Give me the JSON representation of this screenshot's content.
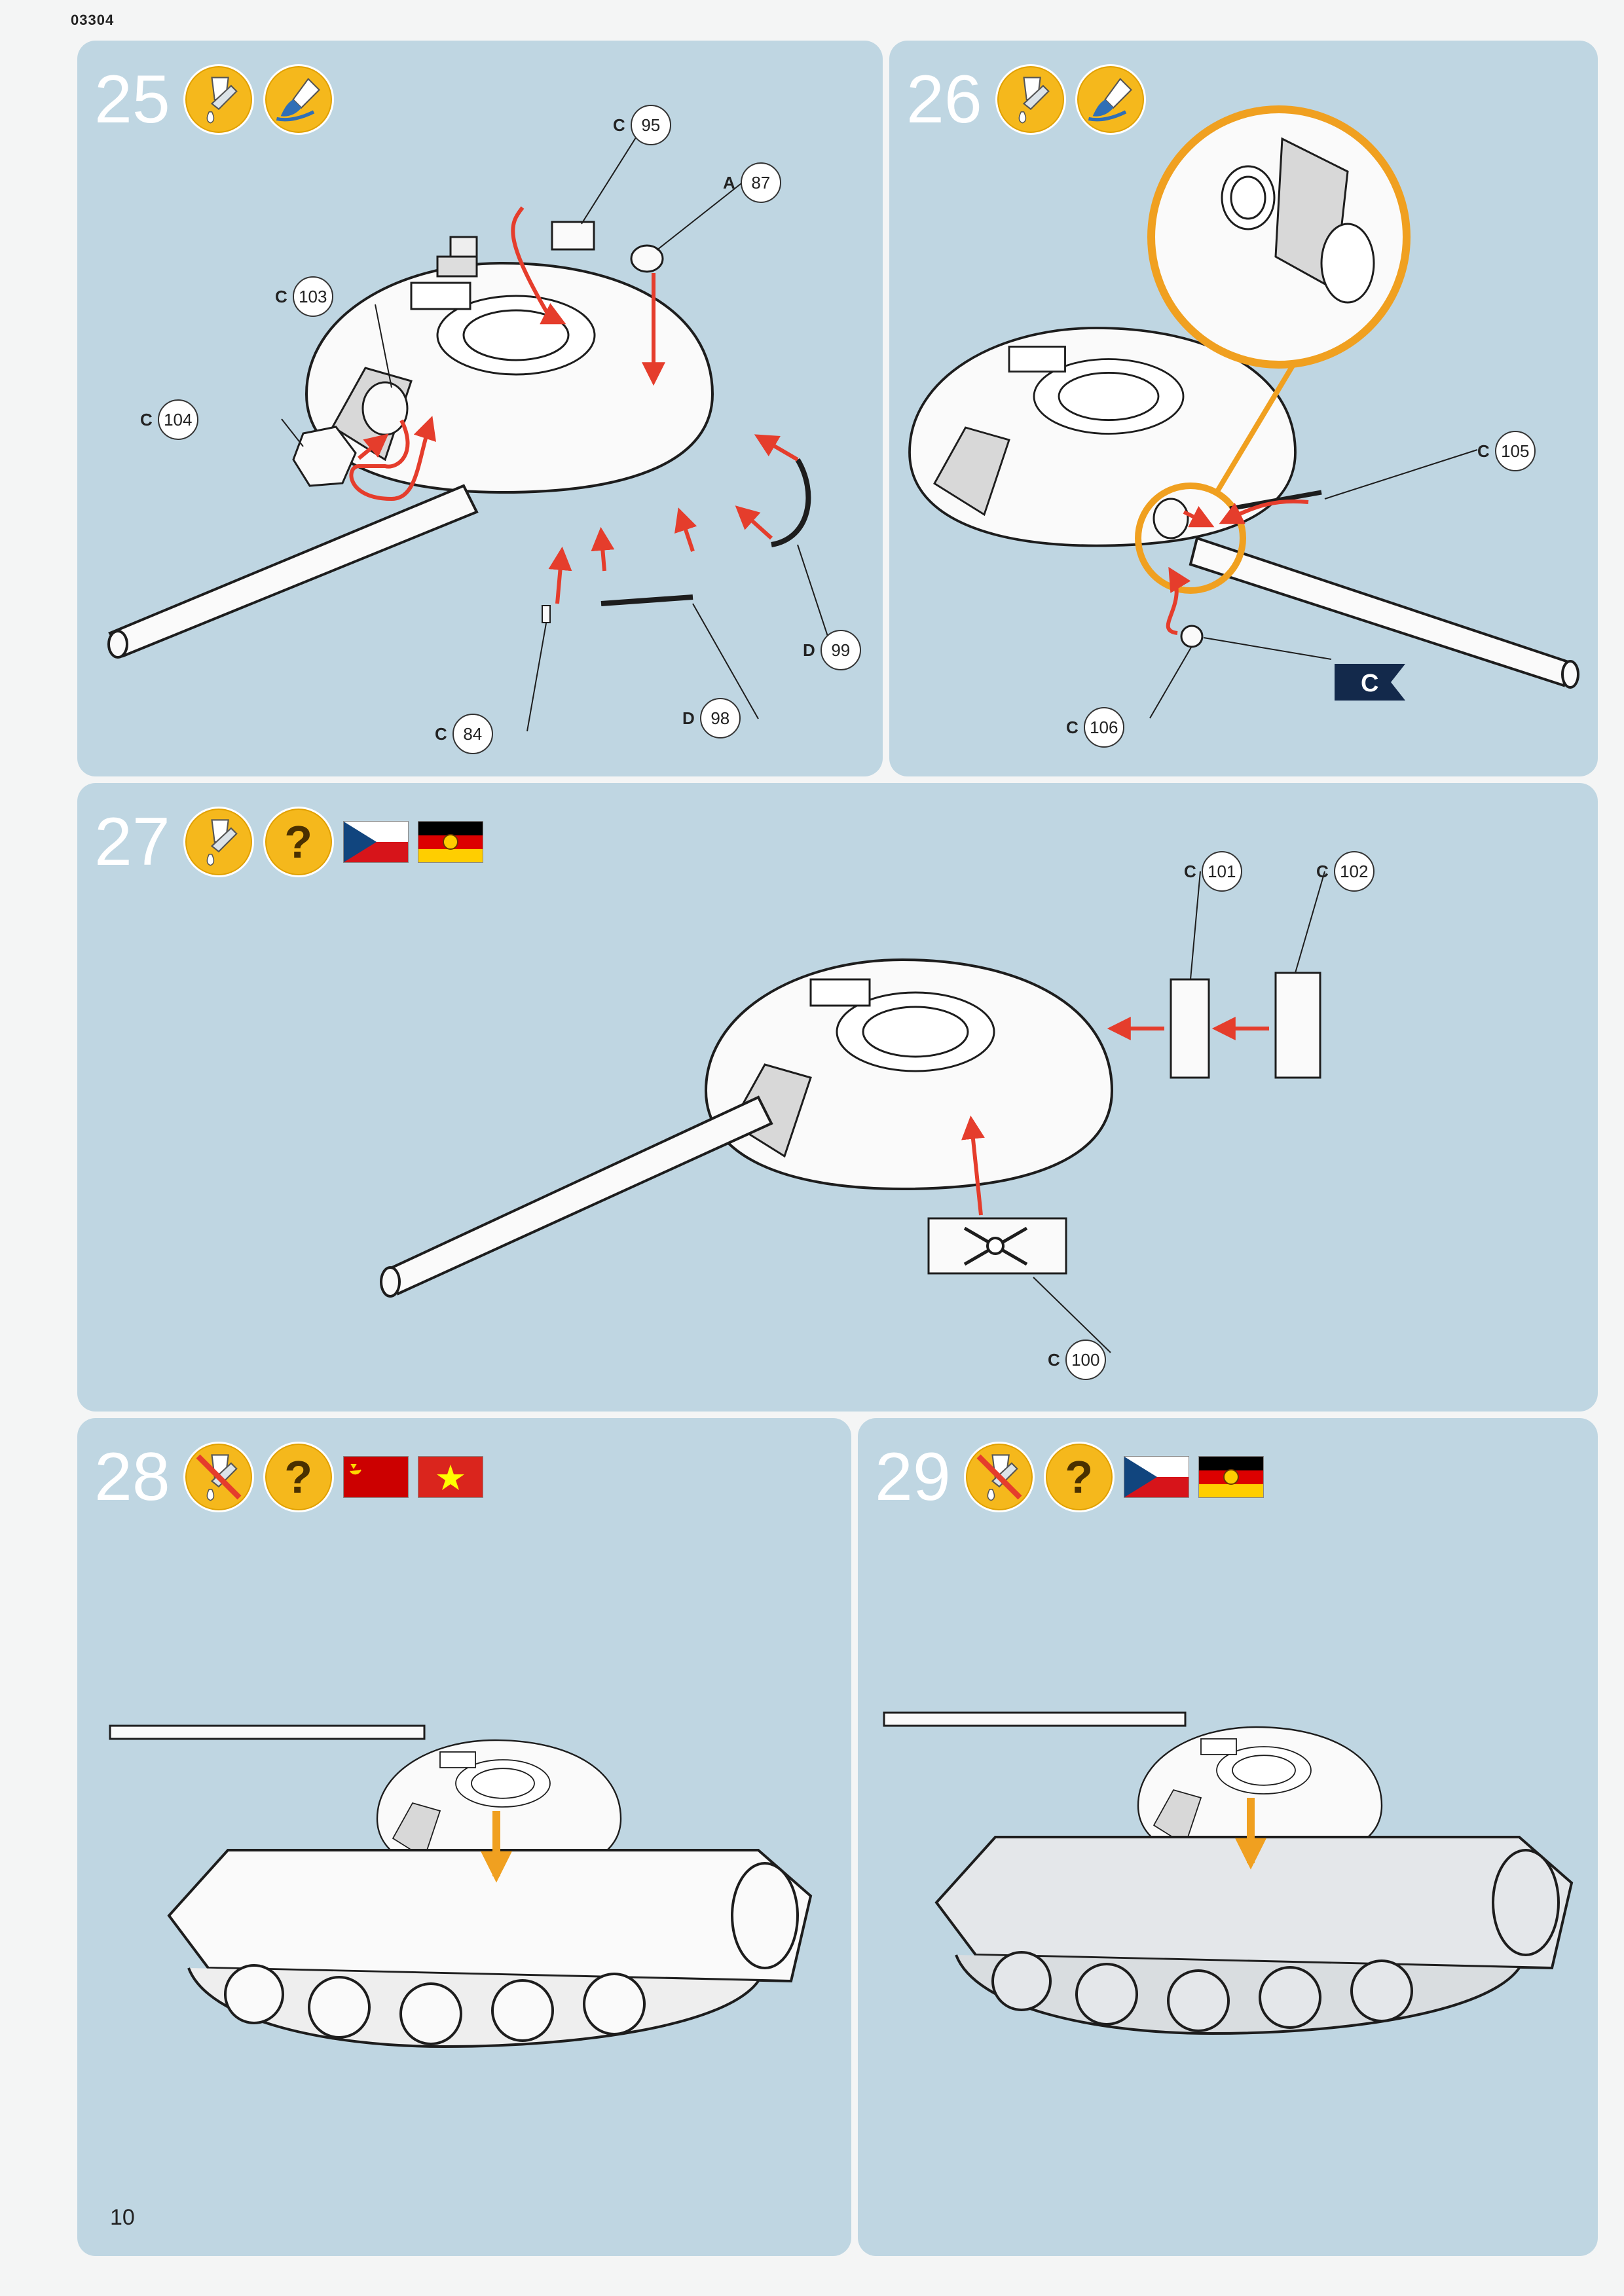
{
  "doc_code": "03304",
  "page_number": "10",
  "colors": {
    "panel": "#bfd6e2",
    "badge": "#f5b81c",
    "arrow_red": "#e53d2c",
    "arrow_orange": "#f0a020"
  },
  "steps": [
    {
      "number": "25",
      "icons": [
        "glue-icon",
        "paint-brush-icon"
      ],
      "parts": [
        {
          "sprue": "C",
          "num": "95"
        },
        {
          "sprue": "A",
          "num": "87"
        },
        {
          "sprue": "C",
          "num": "103"
        },
        {
          "sprue": "C",
          "num": "104"
        },
        {
          "sprue": "D",
          "num": "99"
        },
        {
          "sprue": "D",
          "num": "98"
        },
        {
          "sprue": "C",
          "num": "84"
        }
      ]
    },
    {
      "number": "26",
      "icons": [
        "glue-icon",
        "paint-brush-icon"
      ],
      "parts": [
        {
          "sprue": "C",
          "num": "105"
        },
        {
          "sprue": "C",
          "num": "106"
        }
      ],
      "decal": "C"
    },
    {
      "number": "27",
      "icons": [
        "glue-icon",
        "question-icon"
      ],
      "flags": [
        "flag-czech-icon",
        "flag-gdr-icon"
      ],
      "parts": [
        {
          "sprue": "C",
          "num": "101"
        },
        {
          "sprue": "C",
          "num": "102"
        },
        {
          "sprue": "C",
          "num": "100"
        }
      ]
    },
    {
      "number": "28",
      "icons": [
        "no-glue-icon",
        "question-icon"
      ],
      "flags": [
        "flag-ussr-icon",
        "flag-vietnam-icon"
      ]
    },
    {
      "number": "29",
      "icons": [
        "no-glue-icon",
        "question-icon"
      ],
      "flags": [
        "flag-czech-icon",
        "flag-gdr-icon"
      ]
    }
  ]
}
